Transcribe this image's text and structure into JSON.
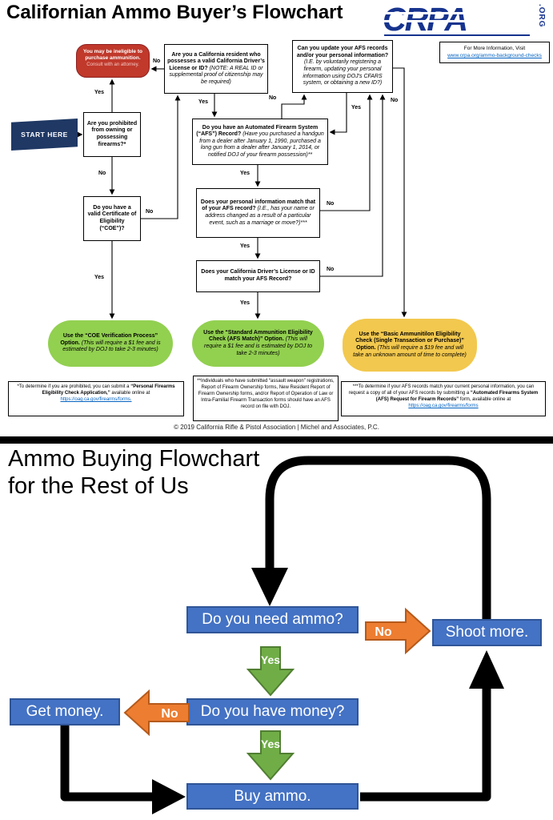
{
  "colors": {
    "brand_blue": "#16338E",
    "link_blue": "#0563C1",
    "ineligible_red": "#C0392B",
    "start_navy": "#1F3864",
    "option_green": "#92D050",
    "option_yellow": "#F2C84E",
    "box_blue": "#4472C4",
    "arrow_orange": "#ED7D31",
    "arrow_green": "#70AD47",
    "connector_black": "#000000"
  },
  "top": {
    "title": "Californian Ammo Buyer’s Flowchart",
    "logo": {
      "text": "CRPA",
      "suffix": ".ORG"
    },
    "info_box": {
      "line1": "For More Information, Visit",
      "link": "www.crpa.org/ammo-background-checks"
    },
    "nodes": {
      "start": {
        "label": "START HERE"
      },
      "ineligible": {
        "bold": "You may be ineligible to purchase ammunition.",
        "rest": "Consult with an attorney."
      },
      "prohibited": {
        "bold": "Are you prohibited from owning or possessing firearms?*"
      },
      "coe": {
        "bold": "Do you have a valid Certificate of Eligibility (“COE”)?"
      },
      "resident": {
        "bold": "Are you a California resident who possesses a valid California Driver’s License or ID? ",
        "italic": "(NOTE: A REAL ID or supplemental proof of citizenship may be required)"
      },
      "afs": {
        "bold": "Do you have an Automated Firearm System (“AFS”) Record? ",
        "italic": "(Have you purchased a handgun from a dealer after January 1, 1990, purchased a long gun from a dealer after January 1, 2014, or notified DOJ of your firearm possession)**"
      },
      "update": {
        "bold": "Can you update your AFS records and/or your personal information? ",
        "italic": "(I.E. by voluntarily registering a firearm, updating your personal information using DOJ’s CFARS system, or obtaining a new ID?)"
      },
      "info_match": {
        "bold": "Does your personal information match that of your AFS record? ",
        "italic": "(I.E., has your name or address changed as a result of a particular event, such as a marriage or move?)***"
      },
      "dl_match": {
        "bold": "Does your California Driver’s License or ID match your AFS Record?"
      },
      "coe_option": {
        "bold": "Use the “COE Verification Process” Option. ",
        "italic": "(This will require a $1 fee and is estimated by DOJ to take 2-3 minutes)"
      },
      "standard_option": {
        "bold": "Use the “Standard Ammunition Eligibility Check (AFS Match)” Option. ",
        "italic": "(This will require a $1 fee and is estimated by DOJ to take 2-3 minutes)"
      },
      "basic_option": {
        "bold": "Use the “Basic Ammunitilon Eligibility Check (Single Transaction or Purchase)” Option. ",
        "italic": "(This will require a $19 fee and will take an unknown amount of time to complete)"
      }
    },
    "labels": {
      "prohibited_yes": "Yes",
      "prohibited_no": "No",
      "coe_yes": "Yes",
      "coe_no": "No",
      "resident_no": "No",
      "resident_yes": "Yes",
      "afs_yes": "Yes",
      "afs_no": "No",
      "update_yes": "Yes",
      "update_no": "No",
      "info_yes": "Yes",
      "info_no": "No",
      "dl_yes": "Yes",
      "dl_no": "No"
    },
    "footnotes": {
      "f1": {
        "pre": "*To determine if you are prohibited, you can submit a ",
        "bold": "“Personal Firearms Eligibility Check Application,”",
        "mid": " available online at ",
        "link": "https://oag.ca.gov/firearms/forms."
      },
      "f2": {
        "text": "**Individuals who have submitted “assault weapon” registrations, Report of Firearm Ownership forms, New Resident Report of Firearm Ownership forms, and/or Report of Operation of Law or Intra-Familial Firearm Transaction forms should have an AFS record on file with DOJ."
      },
      "f3": {
        "pre": "***To determine if your AFS records match your current personal information, you can request a copy of all of your AFS records by submitting a ",
        "bold": "“Automated Firearms System (AFS) Request for Firearm Records”",
        "mid": " form, available online at ",
        "link": "https://oag.ca.gov/firearms/forms"
      }
    },
    "copyright": "© 2019 California Rifle & Pistol Association | Michel and Associates, P.C."
  },
  "bottom": {
    "title_line1": "Ammo Buying Flowchart",
    "title_line2": "for the Rest of Us",
    "nodes": {
      "need": "Do you need ammo?",
      "shoot": "Shoot more.",
      "money": "Do you have money?",
      "get": "Get money.",
      "buy": "Buy ammo."
    },
    "labels": {
      "need_no": "No",
      "need_yes": "Yes",
      "money_no": "No",
      "money_yes": "Yes"
    }
  }
}
